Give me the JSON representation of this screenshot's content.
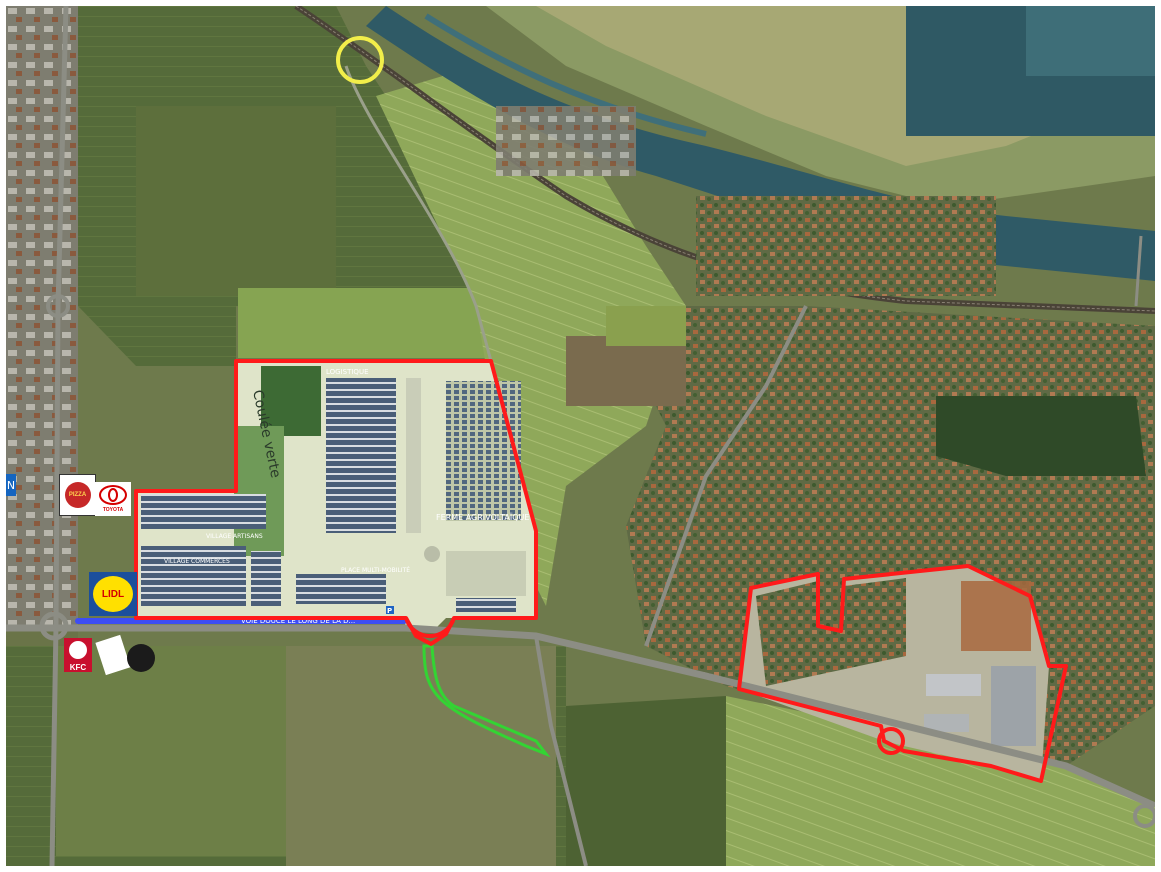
{
  "map": {
    "labels": {
      "green_corridor": "Coulée verte",
      "logistics": "LOGISTIQUE",
      "agrivoltaic_farm": "FERME AGRIVOLTAÏQUE",
      "artisan_village": "VILLAGE ARTISANS",
      "commerce_village": "VILLAGE COMMERCES",
      "mobility_hub": "PLACE MULTI-MOBILITÉ",
      "greenway": "VOIE DOUCE LE LONG DE LA D..."
    },
    "parking_symbol": "P",
    "logos": {
      "pizza": "PIZZA",
      "toyota": "TOYOTA",
      "lidl": "LIDL",
      "kfc": "KFC"
    },
    "colors": {
      "boundary": "#ff1a1a",
      "greenway": "#3d4df5",
      "access_path": "#33d433",
      "highlight_circle": "#f2ee4a",
      "river": "#2f5a66"
    }
  }
}
